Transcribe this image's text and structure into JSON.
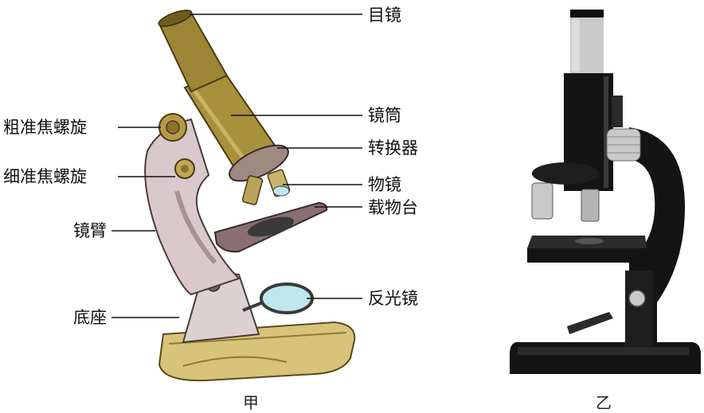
{
  "figure_a": {
    "caption": "甲",
    "labels": {
      "eyepiece": "目镜",
      "tube": "镜筒",
      "nosepiece": "转换器",
      "objective": "物镜",
      "stage": "载物台",
      "mirror": "反光镜",
      "coarse_focus": "粗准焦螺旋",
      "fine_focus": "细准焦螺旋",
      "arm": "镜臂",
      "base": "底座"
    }
  },
  "figure_b": {
    "caption": "乙"
  },
  "colors": {
    "brass": "#a8913c",
    "brass_dark": "#6e5c1c",
    "body": "#d9c9cc",
    "stage": "#8a6f72",
    "black": "#141414",
    "chrome": "#c9c9c9"
  }
}
